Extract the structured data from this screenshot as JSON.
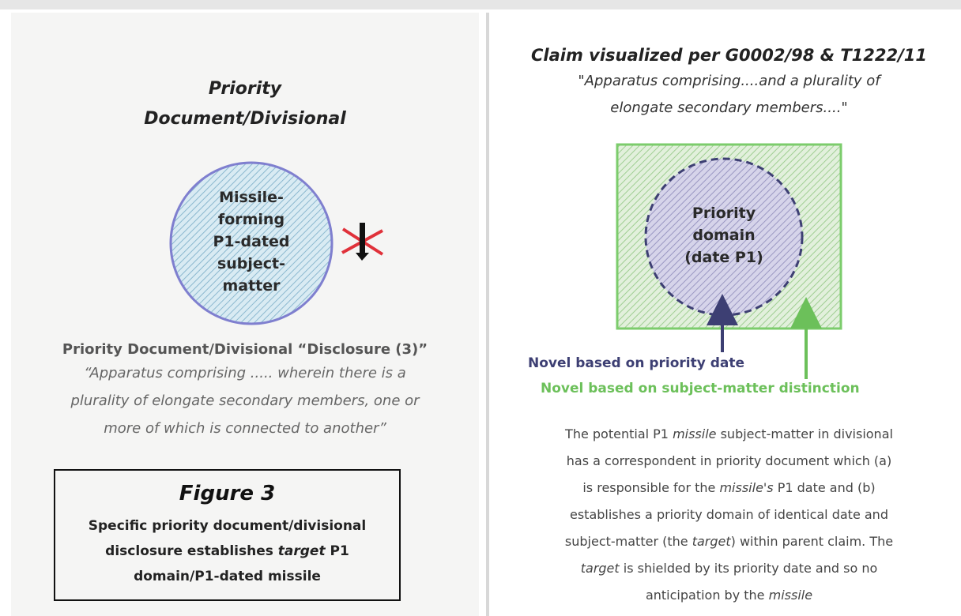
{
  "left": {
    "title_line1": "Priority",
    "title_line2": "Document/Divisional",
    "circle_lines": [
      "Missile-",
      "forming",
      "P1-dated",
      "subject-",
      "matter"
    ],
    "disclosure_heading": "Priority Document/Divisional “Disclosure (3)”",
    "quote_lines": [
      "“Apparatus comprising ..... wherein there is a",
      "plurality of elongate secondary members, one or",
      "more of which is connected to another”"
    ],
    "figure": {
      "title": "Figure 3",
      "line1": "Specific priority document/divisional",
      "line2_a": "disclosure establishes ",
      "line2_b": "target",
      "line2_c": " P1",
      "line3": "domain/P1-dated missile"
    }
  },
  "right": {
    "title": "Claim visualized per G0002/98 & T1222/11",
    "quote_line1": "\"Apparatus comprising....and a plurality of",
    "quote_line2": "elongate secondary members....\"",
    "circle_lines": [
      "Priority",
      "domain",
      "(date P1)"
    ],
    "arrow_label_priority": "Novel based on priority date",
    "arrow_label_subject": "Novel based on subject-matter distinction",
    "body": {
      "l1_a": "The potential P1 ",
      "l1_b": "missile",
      "l1_c": " subject-matter in divisional",
      "l2": "has a correspondent in priority document which (a)",
      "l3_a": "is responsible for the ",
      "l3_b": "missile's",
      "l3_c": " P1 date and (b)",
      "l4": "establishes a priority domain of identical date and",
      "l5_a": "subject-matter (the ",
      "l5_b": "target",
      "l5_c": ") within parent claim.  The",
      "l6_a": "target",
      "l6_b": " is shielded by its priority date and so no",
      "l7_a": "anticipation by the ",
      "l7_b": "missile"
    }
  },
  "colors": {
    "circle_stroke": "#7f7fcf",
    "circle_fill": "#cfe3ee",
    "domain_stroke": "#3d3f73",
    "domain_fill": "#c9c7e0",
    "rect_stroke": "#7ccc6c",
    "rect_fill": "#d6ead0",
    "cross": "#e0313a",
    "priority_text": "#3d3f73",
    "subject_text": "#6cc05a"
  }
}
